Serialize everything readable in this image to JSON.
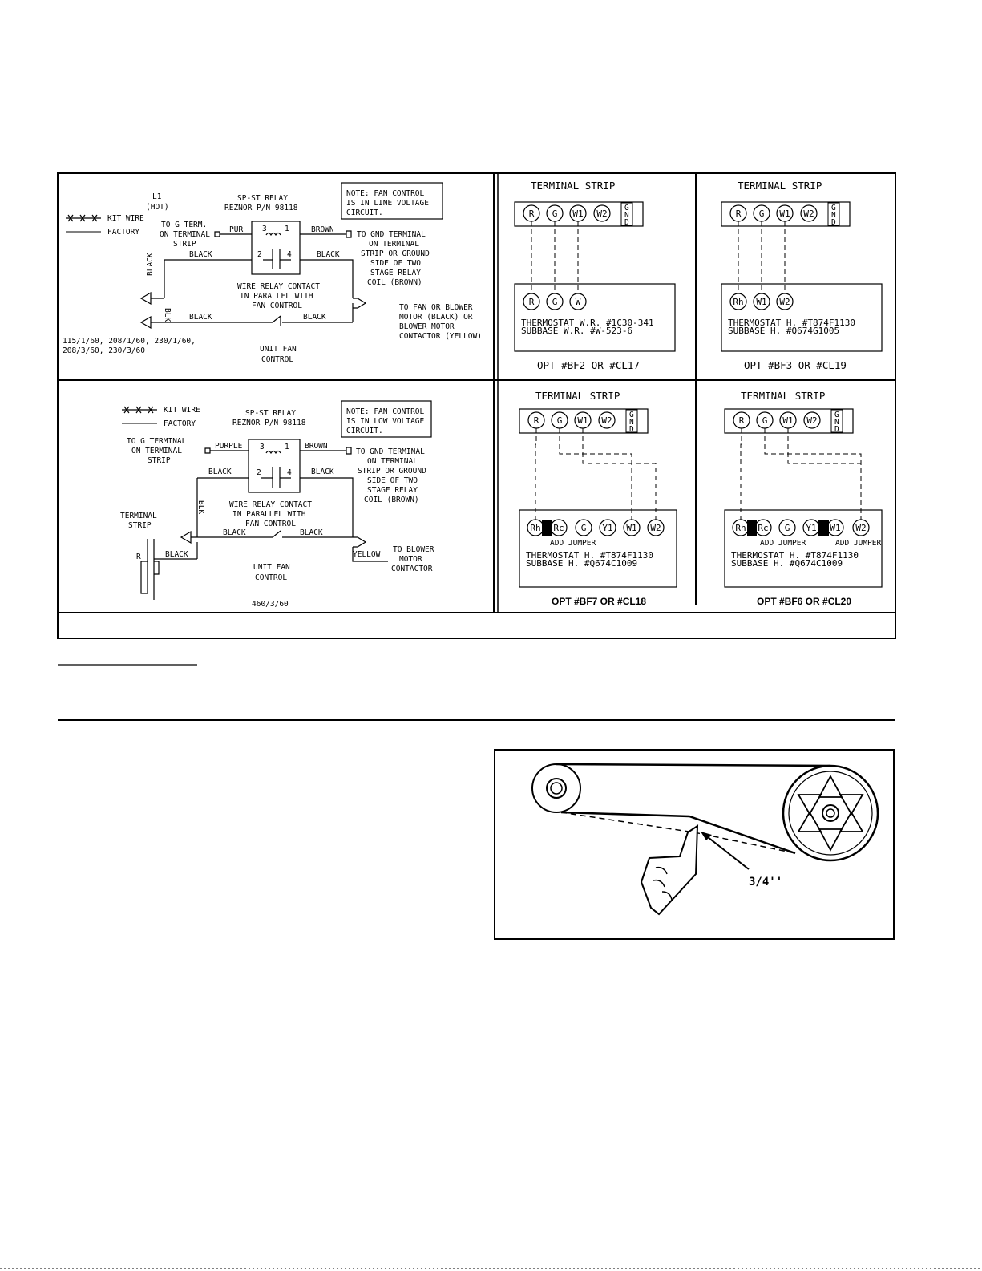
{
  "legend": {
    "kit_wire": "KIT WIRE",
    "factory": "FACTORY"
  },
  "panel_line": {
    "l1": "L1",
    "hot": "(HOT)",
    "relay_title": "SP-ST RELAY",
    "relay_pn": "REZNOR P/N 98118",
    "note": [
      "NOTE: FAN CONTROL",
      "IS IN LINE VOLTAGE",
      "CIRCUIT."
    ],
    "to_g": [
      "TO G TERM.",
      "ON TERMINAL",
      "STRIP"
    ],
    "pur": "PUR",
    "brown": "BROWN",
    "black": "BLACK",
    "blk": "BLK",
    "pin3": "3",
    "pin1": "1",
    "pin2": "2",
    "pin4": "4",
    "to_gnd": [
      "TO GND TERMINAL",
      "ON TERMINAL",
      "STRIP OR GROUND",
      "SIDE OF TWO",
      "STAGE RELAY",
      "COIL (BROWN)"
    ],
    "wire_relay": [
      "WIRE RELAY CONTACT",
      "IN PARALLEL WITH",
      "FAN CONTROL"
    ],
    "to_fan": [
      "TO FAN OR BLOWER",
      "MOTOR (BLACK) OR",
      "BLOWER MOTOR",
      "CONTACTOR (YELLOW)"
    ],
    "voltages": [
      "115/1/60, 208/1/60, 230/1/60,",
      "208/3/60, 230/3/60"
    ],
    "unit_fan": [
      "UNIT FAN",
      "CONTROL"
    ]
  },
  "panel_low": {
    "relay_title": "SP-ST RELAY",
    "relay_pn": "REZNOR P/N 98118",
    "note": [
      "NOTE: FAN CONTROL",
      "IS IN LOW VOLTAGE",
      "CIRCUIT."
    ],
    "to_g": [
      "TO G TERMINAL",
      "ON TERMINAL",
      "STRIP"
    ],
    "purple": "PURPLE",
    "brown": "BROWN",
    "black": "BLACK",
    "blk": "BLK",
    "yellow": "YELLOW",
    "pin3": "3",
    "pin1": "1",
    "pin2": "2",
    "pin4": "4",
    "to_gnd": [
      "TO GND TERMINAL",
      "ON TERMINAL",
      "STRIP OR GROUND",
      "SIDE OF TWO",
      "STAGE RELAY",
      "COIL (BROWN)"
    ],
    "wire_relay": [
      "WIRE RELAY CONTACT",
      "IN PARALLEL WITH",
      "FAN CONTROL"
    ],
    "terminal_strip": [
      "TERMINAL",
      "STRIP"
    ],
    "r": "R",
    "to_blower": [
      "TO BLOWER",
      "MOTOR",
      "CONTACTOR"
    ],
    "unit_fan": [
      "UNIT FAN",
      "CONTROL"
    ],
    "voltage": "460/3/60"
  },
  "terminal_strip_title": "TERMINAL STRIP",
  "gnd": [
    "G",
    "N",
    "D"
  ],
  "bf2": {
    "strip": [
      "R",
      "G",
      "W1",
      "W2"
    ],
    "thermostat": [
      "R",
      "G",
      "W"
    ],
    "lines": [
      "THERMOSTAT W.R. #1C30-341",
      "SUBBASE    W.R. #W-523-6"
    ],
    "caption": "OPT #BF2 OR #CL17"
  },
  "bf3": {
    "strip": [
      "R",
      "G",
      "W1",
      "W2"
    ],
    "thermostat": [
      "Rh",
      "W1",
      "W2"
    ],
    "lines": [
      "THERMOSTAT    H. #T874F1130",
      "SUBBASE       H. #Q674G1005"
    ],
    "caption": "OPT #BF3 OR #CL19"
  },
  "bf7": {
    "strip": [
      "R",
      "G",
      "W1",
      "W2"
    ],
    "thermostat": [
      "Rh",
      "Rc",
      "G",
      "Y1",
      "W1",
      "W2"
    ],
    "jumper": "ADD JUMPER",
    "lines": [
      "THERMOSTAT    H. #T874F1130",
      "SUBBASE       H. #Q674C1009"
    ],
    "caption": "OPT #BF7 OR #CL18"
  },
  "bf6": {
    "strip": [
      "R",
      "G",
      "W1",
      "W2"
    ],
    "thermostat": [
      "Rh",
      "Rc",
      "G",
      "Y1",
      "W1",
      "W2"
    ],
    "jumper1": "ADD JUMPER",
    "jumper2": "ADD JUMPER",
    "lines": [
      "THERMOSTAT    H. #T874F1130",
      "SUBBASE       H. #Q674C1009"
    ],
    "caption": "OPT #BF6 OR #CL20"
  },
  "belt": {
    "deflection": "3/4''"
  }
}
